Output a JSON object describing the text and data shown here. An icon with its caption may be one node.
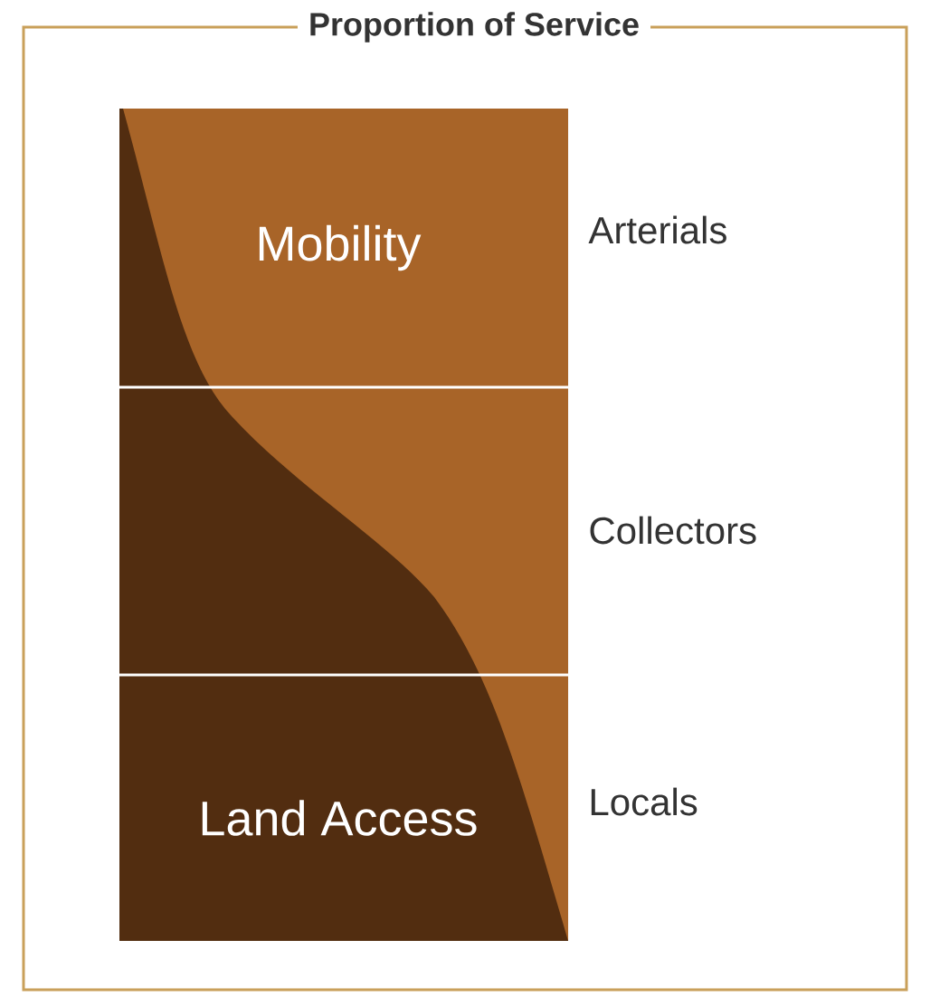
{
  "diagram": {
    "title": "Proportion of Service",
    "labels": [
      "Mobility",
      "Arterials",
      "Collectors",
      "Land Access",
      "Locals"
    ]
  }
}
